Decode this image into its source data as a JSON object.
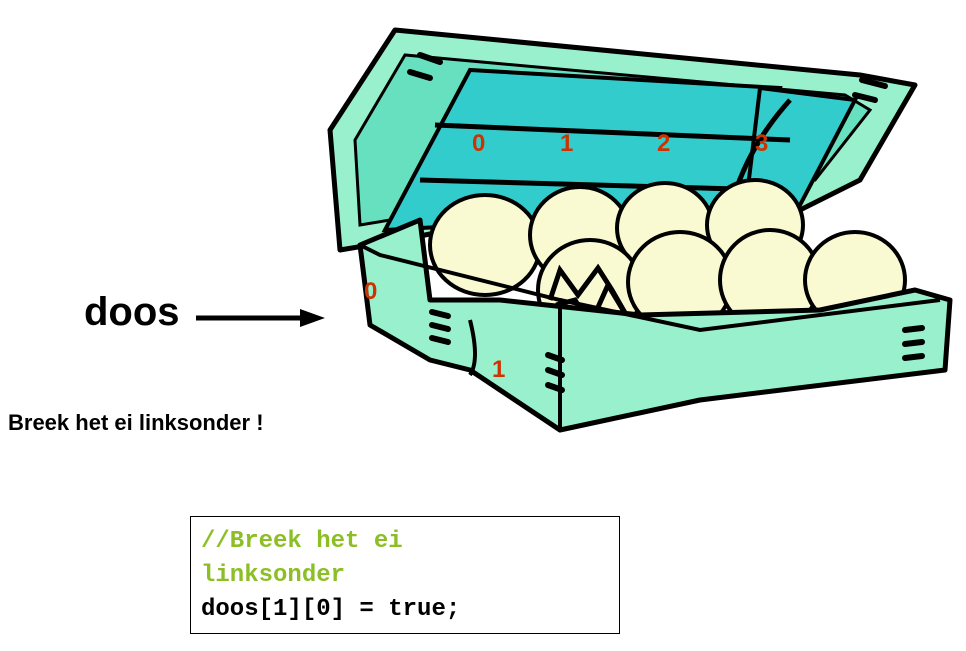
{
  "variable_label": "doos",
  "caption": "Breek het ei linksonder !",
  "lid_column_indices": [
    "0",
    "1",
    "2",
    "3"
  ],
  "row_indices": [
    "0",
    "1"
  ],
  "code": {
    "comment_line1": "//Breek het ei",
    "comment_line2": "linksonder",
    "statement": "doos[1][0] = true;"
  },
  "colors": {
    "carton": "#99f0cc",
    "lid_inner": "#33cccc",
    "egg": "#fafad2",
    "index": "#cc3300",
    "comment": "#8cbf26"
  }
}
